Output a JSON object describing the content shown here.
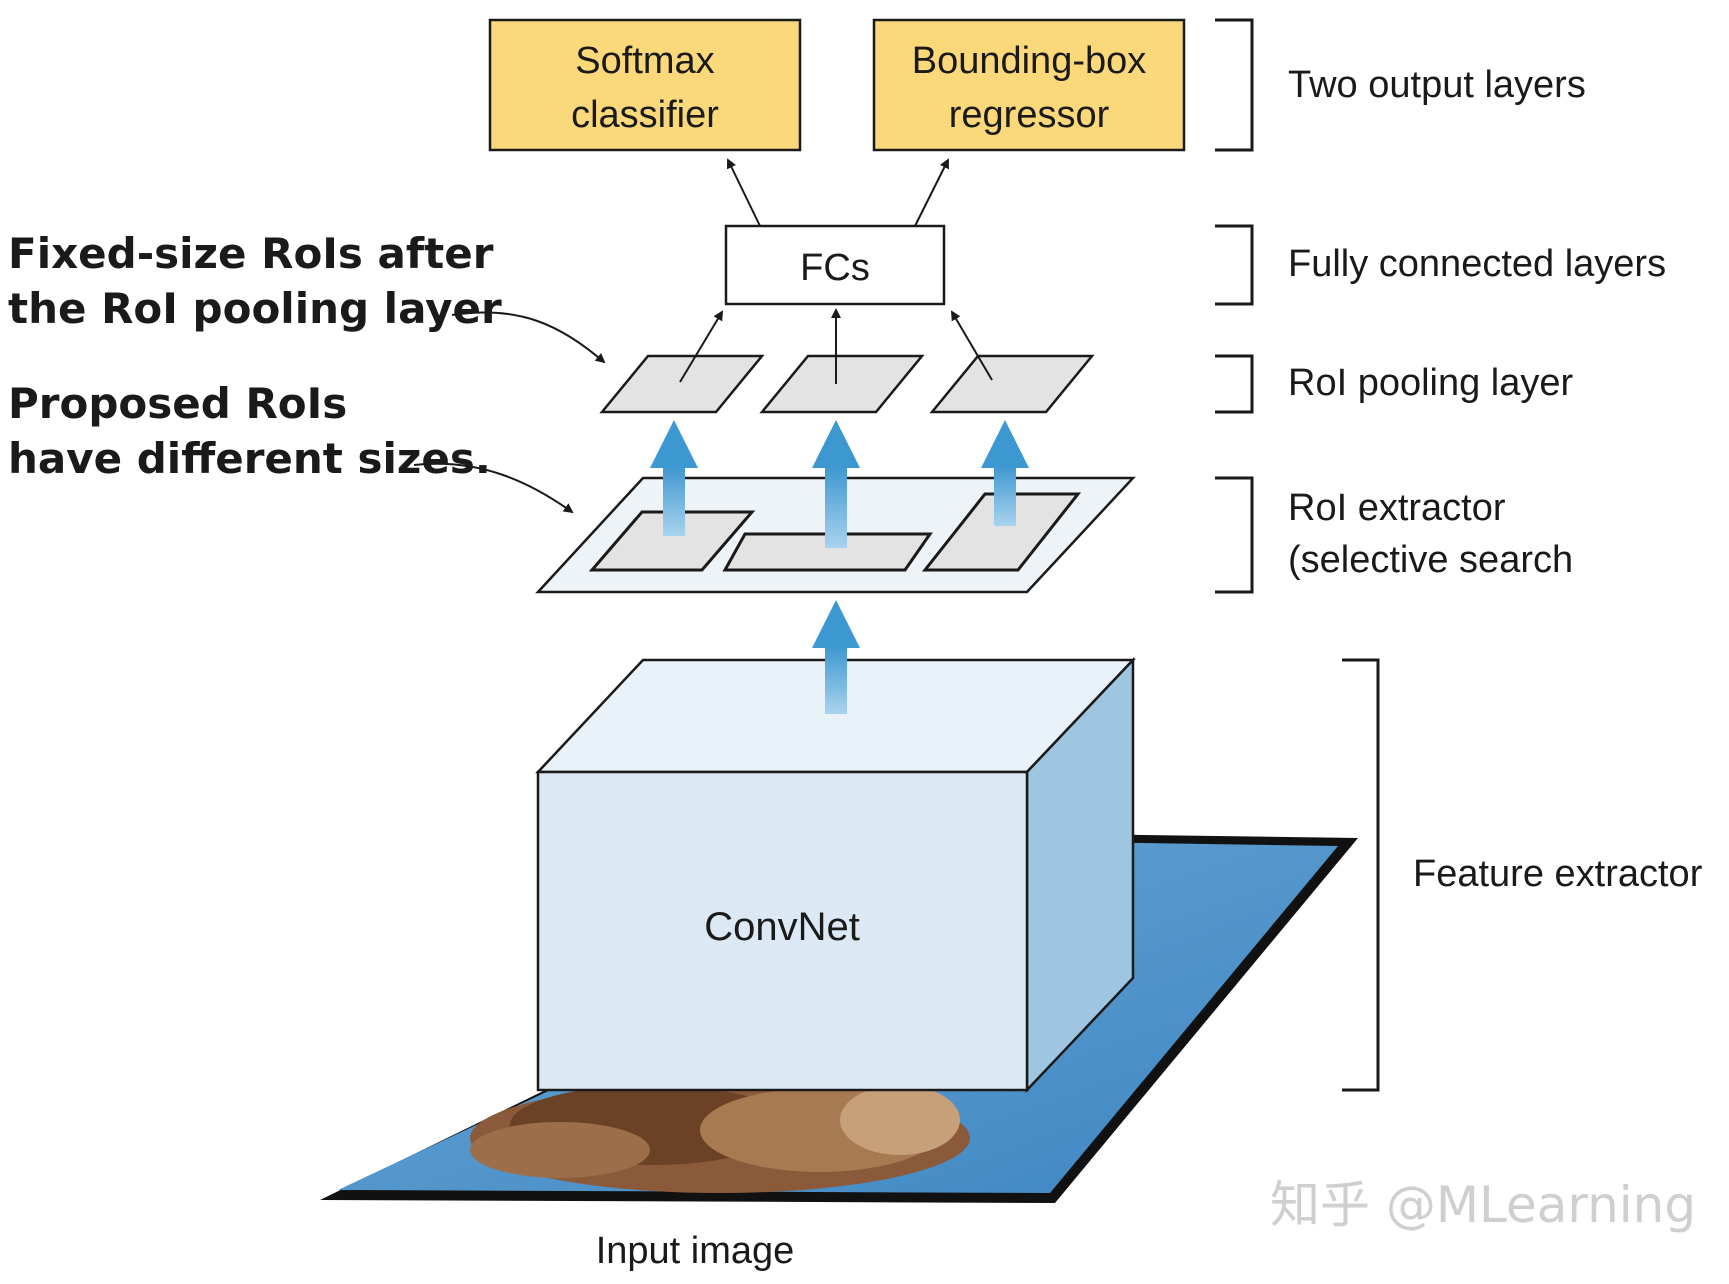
{
  "output_layers": {
    "softmax": {
      "line1": "Softmax",
      "line2": "classifier"
    },
    "bbox": {
      "line1": "Bounding-box",
      "line2": "regressor"
    },
    "box_color": "#fbd97a"
  },
  "fcs": {
    "label": "FCs"
  },
  "convnet": {
    "label": "ConvNet"
  },
  "input_image": {
    "label": "Input image"
  },
  "right_labels": {
    "output": "Two output layers",
    "fc": "Fully connected layers",
    "roi_pool": "RoI pooling layer",
    "roi_extract_line1": "RoI extractor",
    "roi_extract_line2": "(selective search",
    "feature": "Feature extractor"
  },
  "left_notes": {
    "fixed_line1": "Fixed-size RoIs after",
    "fixed_line2": "the RoI pooling layer",
    "proposed_line1": "Proposed RoIs",
    "proposed_line2": "have different sizes."
  },
  "watermark": "知乎 @MLearning",
  "colors": {
    "arrow_blue": "#4aa3d6",
    "cube_front": "#dce9f5",
    "cube_top": "#eaf2f9",
    "cube_side": "#9ec6e0",
    "roi_fill": "#e3e3e3",
    "plane_fill": "#eef3f8",
    "image_blue": "#5b9ccf"
  }
}
